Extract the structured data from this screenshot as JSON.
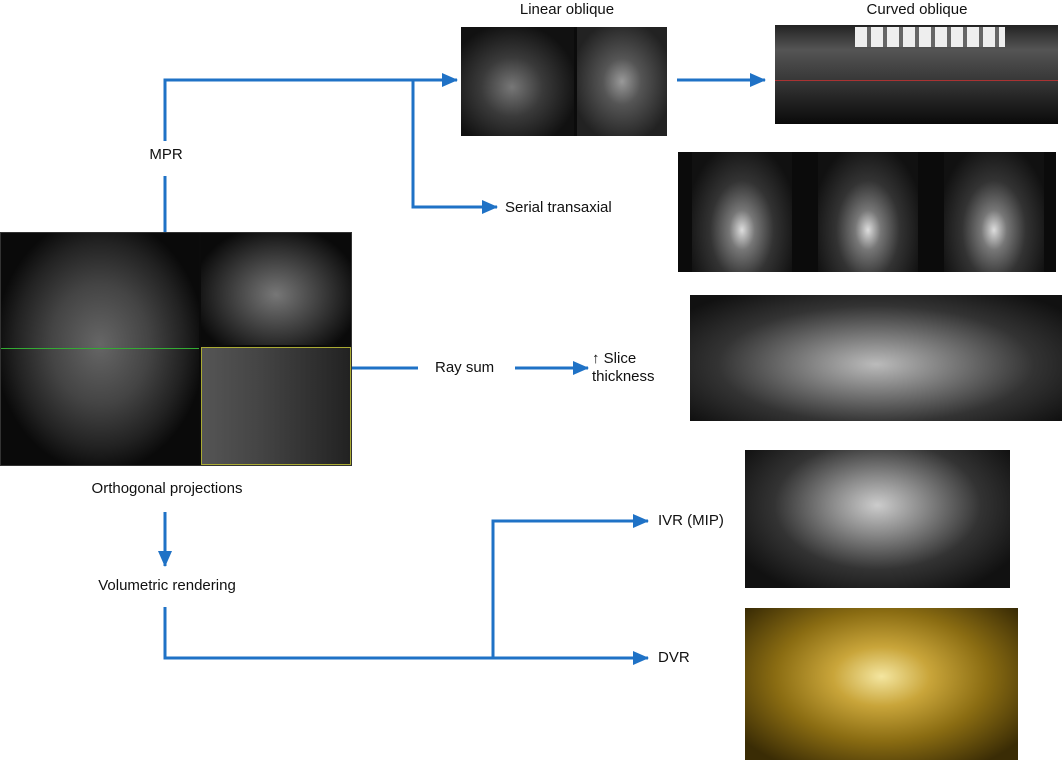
{
  "title_labels": {
    "linear_oblique": "Linear oblique",
    "curved_oblique": "Curved oblique"
  },
  "nodes": {
    "mpr": "MPR",
    "serial_transaxial": "Serial transaxial",
    "ray_sum": "Ray sum",
    "slice_thickness": "↑ Slice thickness",
    "orthogonal_projections": "Orthogonal projections",
    "volumetric_rendering": "Volumetric rendering",
    "ivr_mip": "IVR (MIP)",
    "dvr": "DVR"
  },
  "colors": {
    "arrow": "#1f72c6",
    "dvr_tint": "#b8961e"
  }
}
